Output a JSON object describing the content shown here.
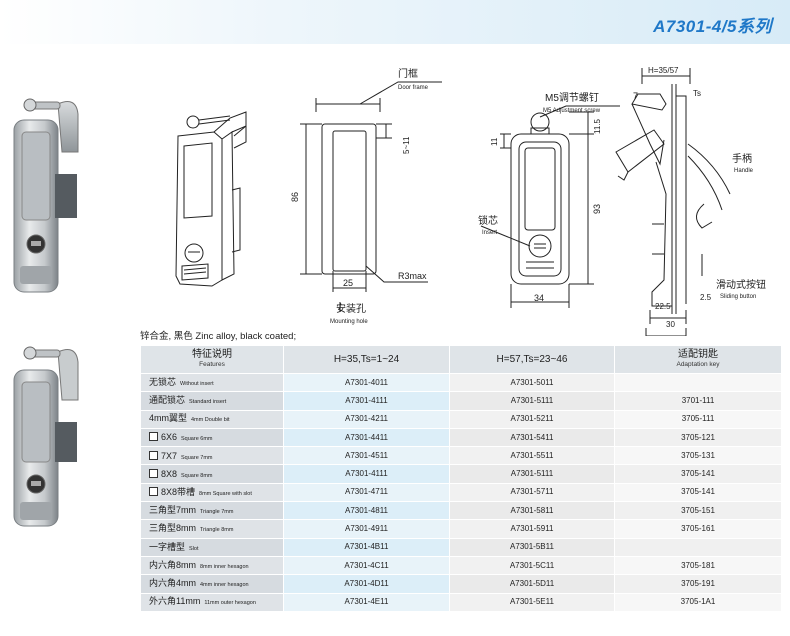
{
  "header": {
    "title": "A7301-4/5系列"
  },
  "drawing_labels": {
    "door_frame_cn": "门框",
    "door_frame_en": "Door frame",
    "dim_5_11": "5~11",
    "dim_86": "86",
    "dim_25": "25",
    "r3max": "R3max",
    "mounting_hole_cn": "安装孔",
    "mounting_hole_en": "Mounting hole",
    "m5_screw_cn": "M5调节螺钉",
    "m5_screw_en": "M5 Adjustment screw",
    "dim_11": "11",
    "dim_11_5": "11.5",
    "dim_93": "93",
    "dim_34": "34",
    "insert_cn": "锁芯",
    "insert_en": "Insert",
    "h_label": "H=35/57",
    "ts_label": "Ts",
    "dim_7": "7",
    "handle_cn": "手柄",
    "handle_en": "Handle",
    "sliding_cn": "滑动式按钮",
    "sliding_en": "Sliding button",
    "dim_22_5": "22.5",
    "dim_2_5": "2.5",
    "dim_30": "30"
  },
  "material_note": "锌合金, 黑色 Zinc alloy, black coated;",
  "table": {
    "headers": [
      {
        "cn": "特征说明",
        "en": "Features"
      },
      {
        "cn": "H=35,Ts=1~24",
        "en": ""
      },
      {
        "cn": "H=57,Ts=23~46",
        "en": ""
      },
      {
        "cn": "适配钥匙",
        "en": "Adaptation key"
      }
    ],
    "rows": [
      {
        "box": false,
        "cn": "无锁芯",
        "en": "Without insert",
        "c1": "A7301-4011",
        "c2": "A7301-5011",
        "c3": ""
      },
      {
        "box": false,
        "cn": "通配锁芯",
        "en": "Standard insert",
        "c1": "A7301-4111",
        "c2": "A7301-5111",
        "c3": "3701-111"
      },
      {
        "box": false,
        "cn": "4mm翼型",
        "en": "4mm Double bit",
        "c1": "A7301-4211",
        "c2": "A7301-5211",
        "c3": "3705-111"
      },
      {
        "box": true,
        "cn": "6X6",
        "en": "Square 6mm",
        "c1": "A7301-4411",
        "c2": "A7301-5411",
        "c3": "3705-121"
      },
      {
        "box": true,
        "cn": "7X7",
        "en": "Square 7mm",
        "c1": "A7301-4511",
        "c2": "A7301-5511",
        "c3": "3705-131"
      },
      {
        "box": true,
        "cn": "8X8",
        "en": "Square 8mm",
        "c1": "A7301-4111",
        "c2": "A7301-5111",
        "c3": "3705-141"
      },
      {
        "box": true,
        "cn": "8X8带槽",
        "en": "8mm Square with slot",
        "c1": "A7301-4711",
        "c2": "A7301-5711",
        "c3": "3705-141"
      },
      {
        "box": false,
        "cn": "三角型7mm",
        "en": "Triangle 7mm",
        "c1": "A7301-4811",
        "c2": "A7301-5811",
        "c3": "3705-151"
      },
      {
        "box": false,
        "cn": "三角型8mm",
        "en": "Triangle 8mm",
        "c1": "A7301-4911",
        "c2": "A7301-5911",
        "c3": "3705-161"
      },
      {
        "box": false,
        "cn": "一字槽型",
        "en": "Slot",
        "c1": "A7301-4B11",
        "c2": "A7301-5B11",
        "c3": ""
      },
      {
        "box": false,
        "cn": "内六角8mm",
        "en": "8mm inner hexagon",
        "c1": "A7301-4C11",
        "c2": "A7301-5C11",
        "c3": "3705-181"
      },
      {
        "box": false,
        "cn": "内六角4mm",
        "en": "4mm inner hexagon",
        "c1": "A7301-4D11",
        "c2": "A7301-5D11",
        "c3": "3705-191"
      },
      {
        "box": false,
        "cn": "外六角11mm",
        "en": "11mm outer hexagon",
        "c1": "A7301-4E11",
        "c2": "A7301-5E11",
        "c3": "3705-1A1"
      }
    ]
  },
  "colors": {
    "title": "#1f78c8",
    "header_bg": "#dfe4e8"
  }
}
